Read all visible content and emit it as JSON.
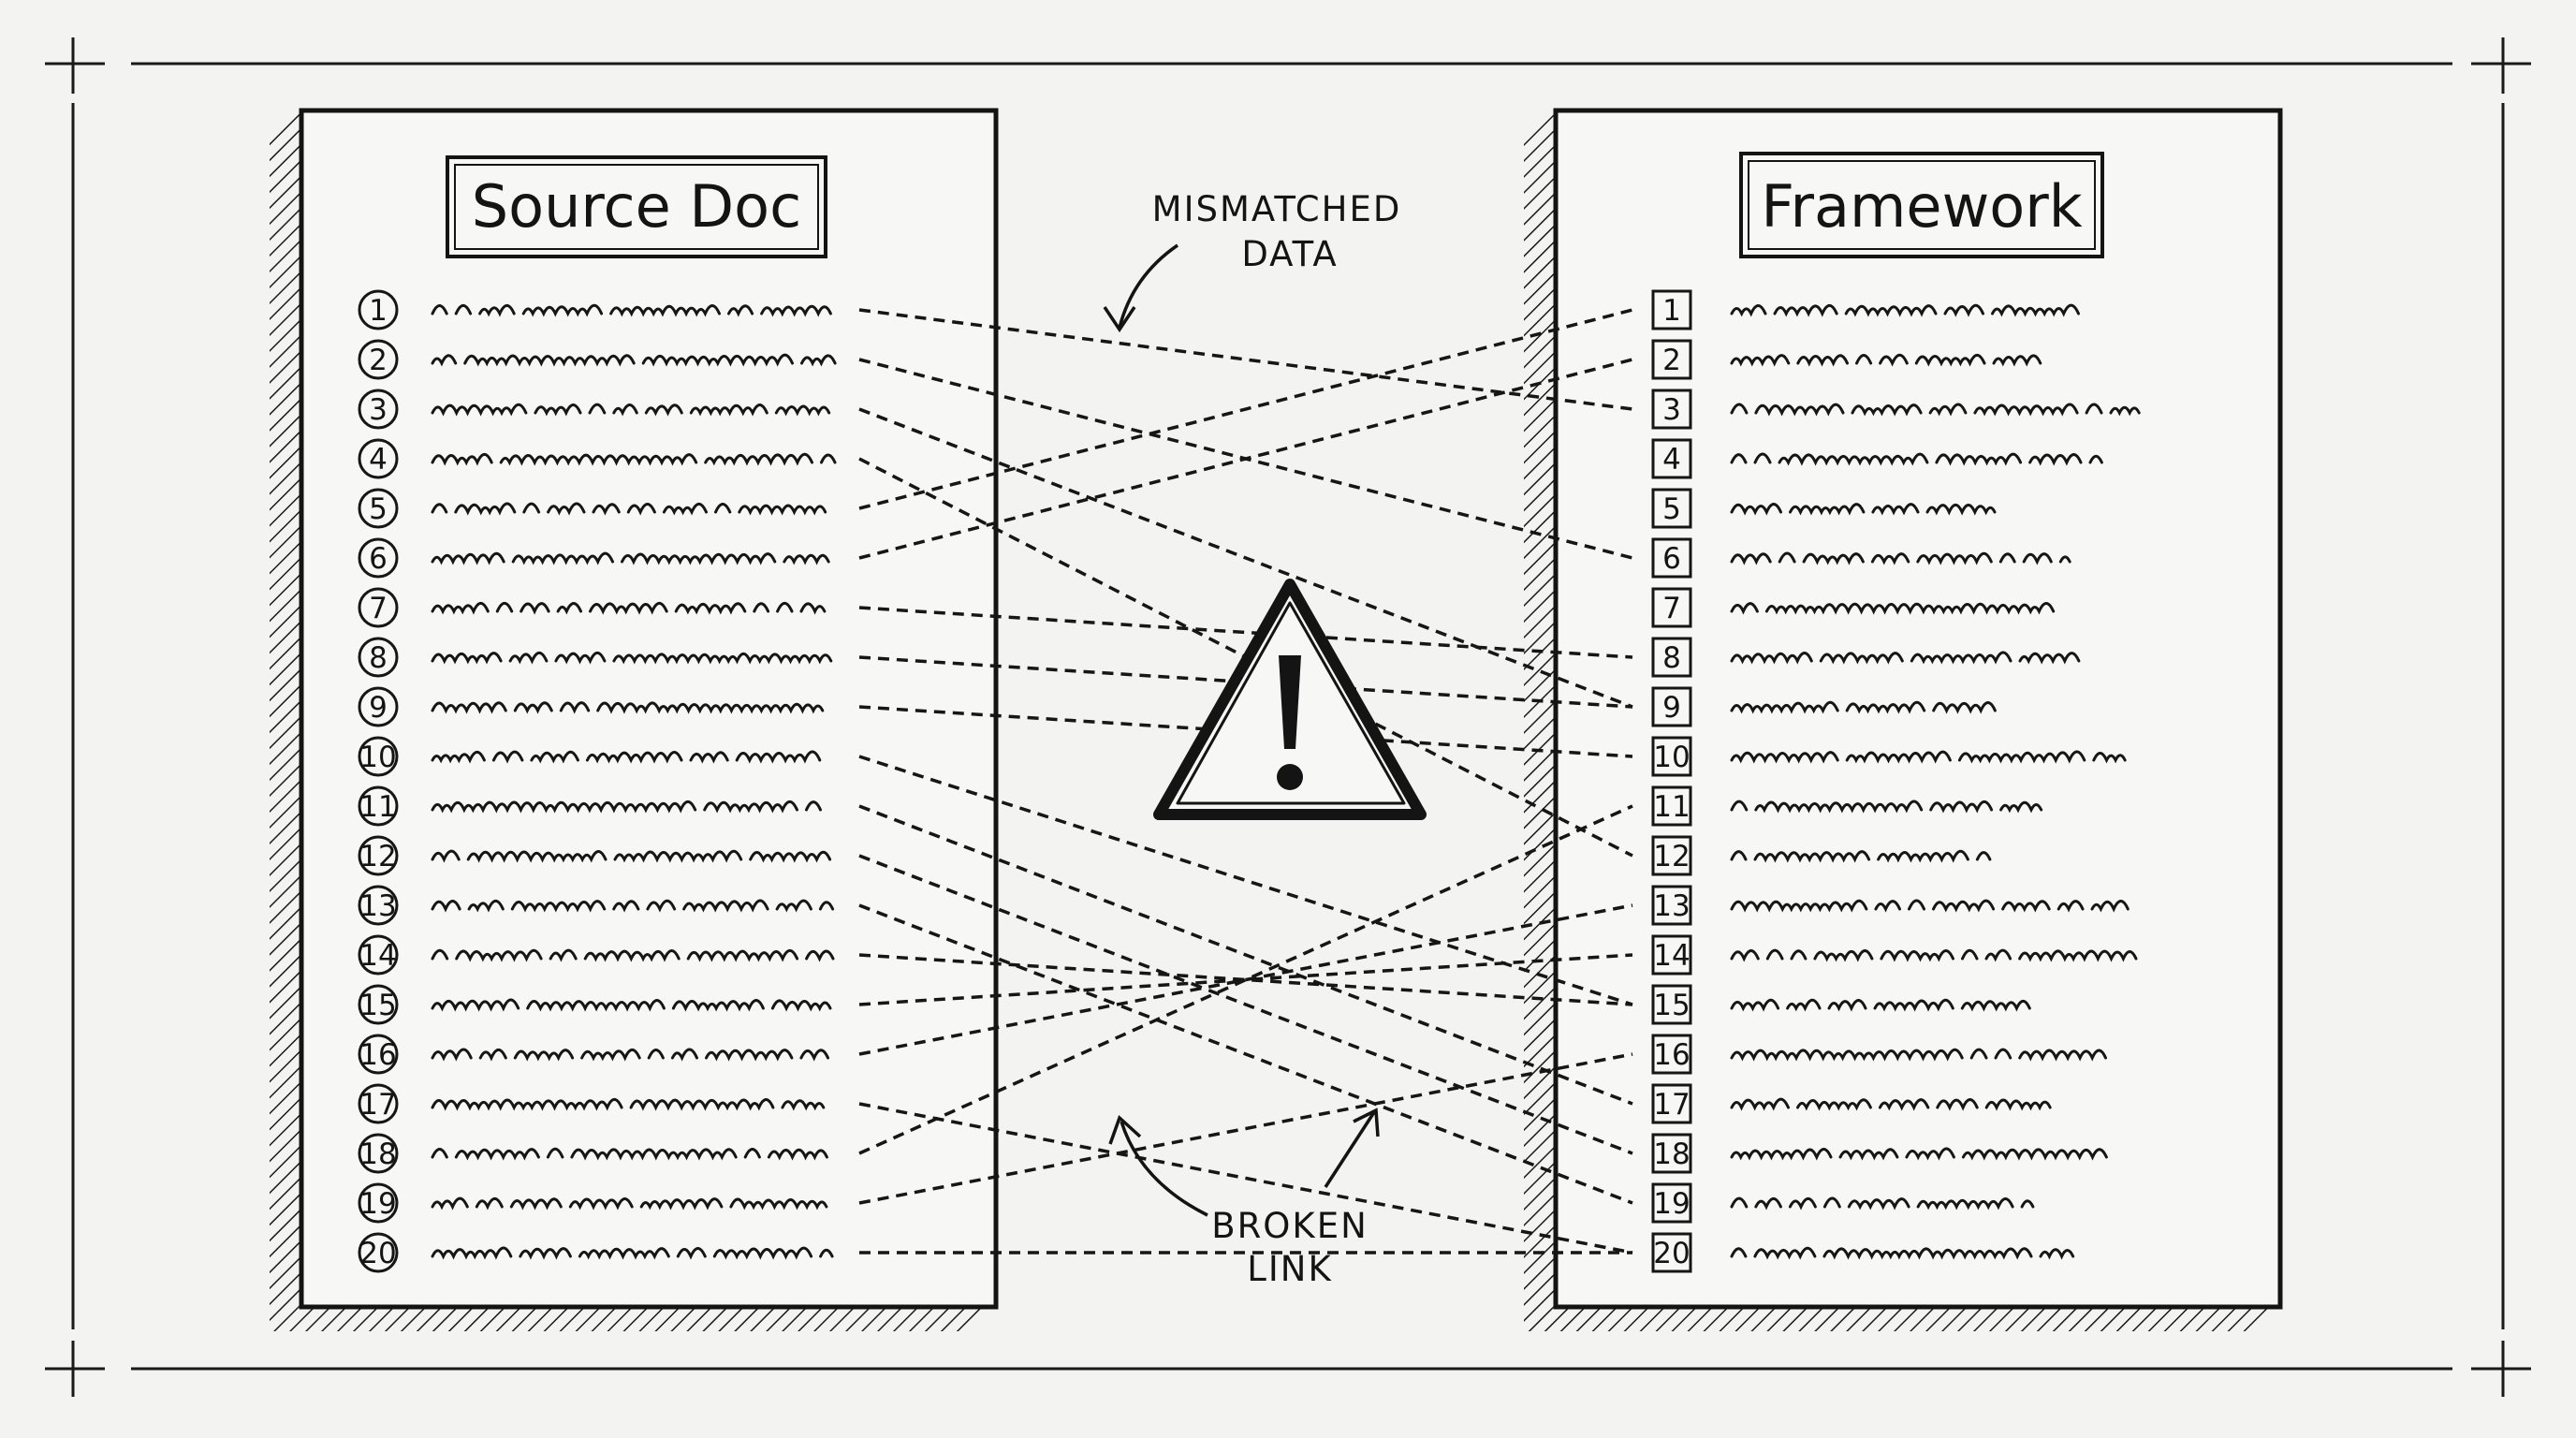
{
  "left_panel": {
    "title": "Source Doc",
    "items": [
      "1",
      "2",
      "3",
      "4",
      "5",
      "6",
      "7",
      "8",
      "9",
      "10",
      "11",
      "12",
      "13",
      "14",
      "15",
      "16",
      "17",
      "18",
      "19",
      "20"
    ]
  },
  "right_panel": {
    "title": "Framework",
    "items": [
      "1",
      "2",
      "3",
      "4",
      "5",
      "6",
      "7",
      "8",
      "9",
      "10",
      "11",
      "12",
      "13",
      "14",
      "15",
      "16",
      "17",
      "18",
      "19",
      "20"
    ]
  },
  "annotations": {
    "mismatched": [
      "MISMATCHED",
      "DATA"
    ],
    "broken": [
      "BROKEN",
      "LINK"
    ]
  },
  "links": [
    [
      1,
      3
    ],
    [
      2,
      6
    ],
    [
      3,
      9
    ],
    [
      4,
      12
    ],
    [
      5,
      1
    ],
    [
      6,
      2
    ],
    [
      7,
      8
    ],
    [
      8,
      9
    ],
    [
      9,
      10
    ],
    [
      10,
      15
    ],
    [
      11,
      17
    ],
    [
      12,
      18
    ],
    [
      13,
      19
    ],
    [
      14,
      15
    ],
    [
      15,
      14
    ],
    [
      16,
      13
    ],
    [
      18,
      11
    ],
    [
      19,
      16
    ],
    [
      17,
      20
    ],
    [
      20,
      20
    ]
  ],
  "colors": {
    "ink": "#161616",
    "paper": "#f3f3f1",
    "panel": "#f7f7f5"
  },
  "icons": {
    "warning": "warning-triangle-icon"
  }
}
